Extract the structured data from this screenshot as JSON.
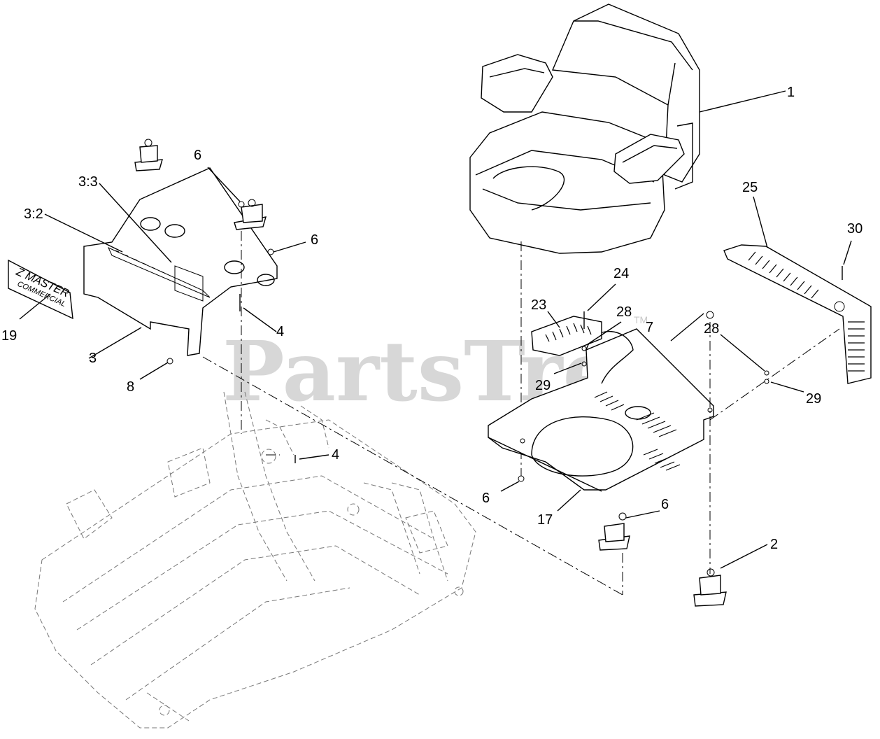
{
  "watermark": {
    "brand": "PartsTree",
    "tm": "TM"
  },
  "decal": {
    "line1": "Z MASTER",
    "line2": "COMMERCIAL"
  },
  "callouts": {
    "c1": "1",
    "c2": "2",
    "c3": "3",
    "c3_2": "3:2",
    "c3_3": "3:3",
    "c4a": "4",
    "c4b": "4",
    "c6a": "6",
    "c6b": "6",
    "c6c": "6",
    "c6d": "6",
    "c7": "7",
    "c8": "8",
    "c17": "17",
    "c19": "19",
    "c23": "23",
    "c24": "24",
    "c25": "25",
    "c28a": "28",
    "c28b": "28",
    "c29a": "29",
    "c29b": "29",
    "c30": "30"
  }
}
